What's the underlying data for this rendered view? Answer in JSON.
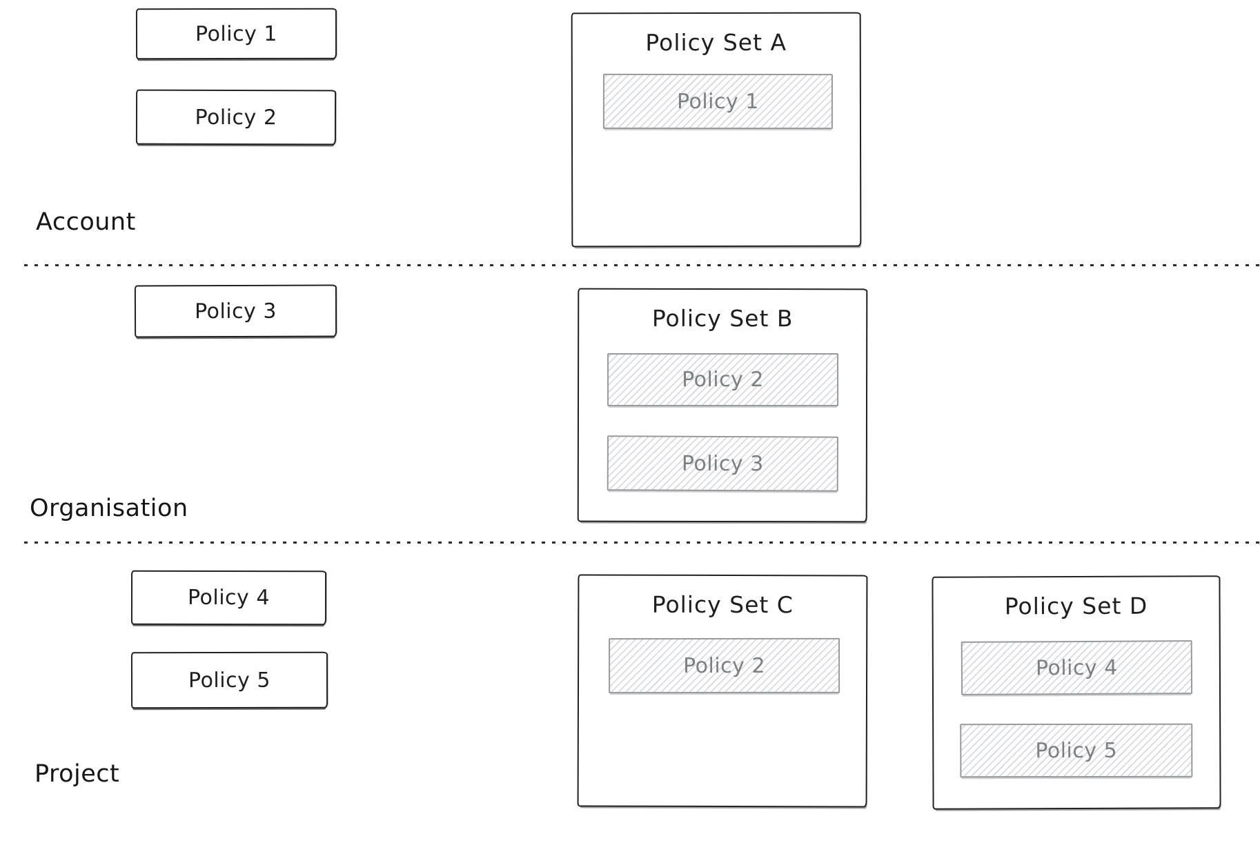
{
  "palette": {
    "ink": "#1e1e1e",
    "member_text": "#7d7f82",
    "member_border": "#97999d",
    "hatch_line": "#d8dbe0",
    "divider": "#2b2b2b",
    "background": "#ffffff"
  },
  "tiers": [
    {
      "label": "Account",
      "standalone_policies": [
        {
          "label": "Policy 1"
        },
        {
          "label": "Policy 2"
        }
      ],
      "policy_sets": [
        {
          "title": "Policy Set A",
          "members": [
            {
              "label": "Policy 1"
            }
          ]
        }
      ]
    },
    {
      "label": "Organisation",
      "standalone_policies": [
        {
          "label": "Policy 3"
        }
      ],
      "policy_sets": [
        {
          "title": "Policy Set B",
          "members": [
            {
              "label": "Policy 2"
            },
            {
              "label": "Policy 3"
            }
          ]
        }
      ]
    },
    {
      "label": "Project",
      "standalone_policies": [
        {
          "label": "Policy 4"
        },
        {
          "label": "Policy 5"
        }
      ],
      "policy_sets": [
        {
          "title": "Policy Set C",
          "members": [
            {
              "label": "Policy 2"
            }
          ]
        },
        {
          "title": "Policy Set D",
          "members": [
            {
              "label": "Policy 4"
            },
            {
              "label": "Policy 5"
            }
          ]
        }
      ]
    }
  ]
}
